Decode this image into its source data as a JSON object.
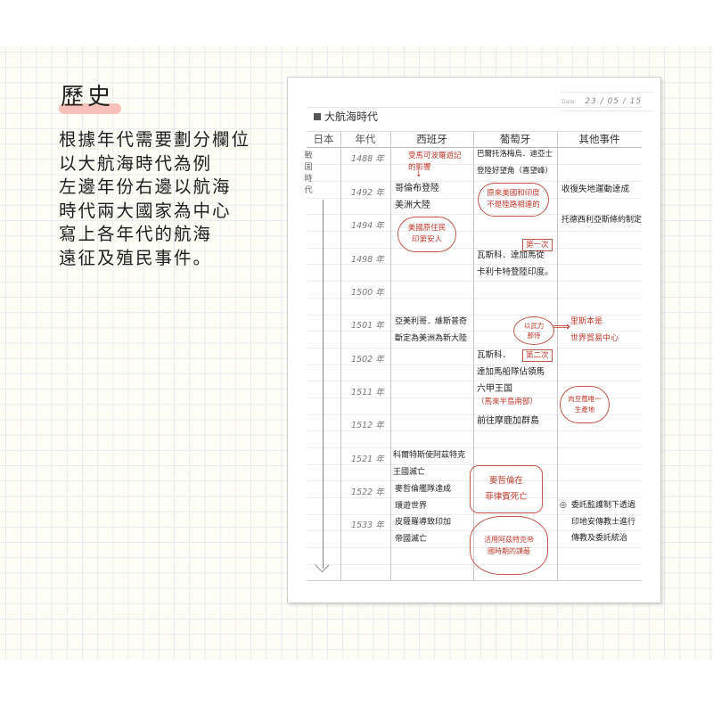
{
  "left_panel": {
    "title": "歷史",
    "description": [
      "根據年代需要劃分欄位",
      "以大航海時代為例",
      "左邊年份右邊以航海",
      "時代兩大國家為中心",
      "寫上各年代的航海",
      "遠征及殖民事件。"
    ],
    "highlight_color": "#f4c0b8"
  },
  "sheet": {
    "date_label": "Date:",
    "date_value": "23 / 05 / 15",
    "title": "大航海時代",
    "columns": [
      "日本",
      "年代",
      "西班牙",
      "葡萄牙",
      "其他事件"
    ],
    "japan_era": "戰国時代",
    "years": [
      "1488 年",
      "1492 年",
      "1494 年",
      "1498 年",
      "1500 年",
      "1501 年",
      "1502 年",
      "1511 年",
      "1512 年",
      "1521 年",
      "1522 年",
      "1533 年"
    ],
    "spain": {
      "note_1488": [
        "受馬可波羅遊記",
        "的影響"
      ],
      "arrow": "↓",
      "r1492": [
        "哥倫布登陸",
        "美洲大陸"
      ],
      "cloud_1494": [
        "美國原住民",
        "印第安人"
      ],
      "r1501": [
        "亞美利哥．維斯普奇",
        "斷定為美洲為新大陸"
      ],
      "r1521": [
        "科爾特斯使阿茲特克",
        "王國滅亡"
      ],
      "r1522": [
        "麥哲倫艦隊達成",
        "環遊世界"
      ],
      "r1533": [
        "皮薩羅導致印加",
        "帝國滅亡"
      ]
    },
    "portugal": {
      "r1488": [
        "巴爾托洛梅烏．迪亞士",
        "登陸好望角（喜望峰）"
      ],
      "cloud_1492": [
        "原來美國和印度",
        "不是陸路相連的"
      ],
      "tag_first": "第一次",
      "r1498": [
        "瓦斯科．達加馬從",
        "卡利卡特登陸印度。"
      ],
      "bubble_1501": [
        "以武力",
        "那侍"
      ],
      "tag_second": "第二次",
      "r1502": [
        "瓦斯科．",
        "達加馬船隊佔領馬"
      ],
      "r1511": "六甲王国",
      "r1511_note": "（馬來半島南部）",
      "r1512": "前往摩鹿加群島",
      "bubble_1522": [
        "麥哲倫在",
        "菲律賓死亡"
      ],
      "bubble_1533": [
        "活用阿茲特克帝",
        "國時期的謀蔽"
      ]
    },
    "other": {
      "r1492": "收復失地運動達成",
      "r1494": "托德西利亞斯條約制定",
      "arrow": "⟹",
      "r1501": [
        "里斯本是",
        "世界貿易中心"
      ],
      "cloud_1511": [
        "肉豆蔻唯一",
        "生產地"
      ],
      "r1522_mark": "◎",
      "r1522": [
        "委託監護制下透過",
        "印地安傳教士進行",
        "傳教及委託統治"
      ]
    },
    "accent_red": "#c0392b"
  }
}
